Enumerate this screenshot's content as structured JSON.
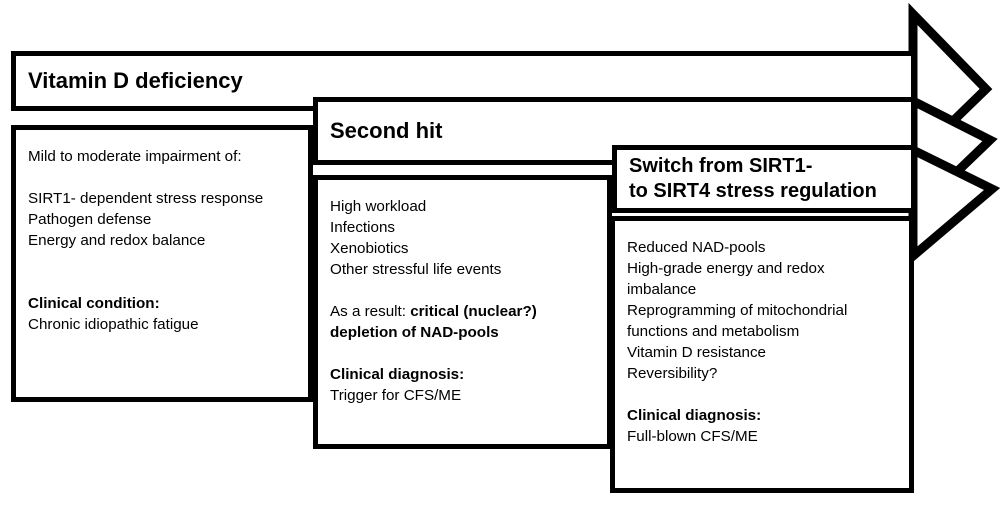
{
  "diagram": {
    "title": "Vitamin D deficiency / CFS-ME three-stage progression",
    "accent_color": "#000000",
    "background_color": "#ffffff",
    "stages": [
      {
        "id": "stage-1",
        "header": "Vitamin D deficiency",
        "arrow_label": "stage-1-arrow",
        "lines": [
          {
            "text": "Mild to moderate impairment of:",
            "bold": false
          },
          {
            "text": "",
            "bold": false
          },
          {
            "text": "SIRT1- dependent stress response",
            "bold": false
          },
          {
            "text": "Pathogen defense",
            "bold": false
          },
          {
            "text": "Energy and redox balance",
            "bold": false
          },
          {
            "text": "",
            "bold": false
          },
          {
            "text": "",
            "bold": false
          },
          {
            "text": "Clinical condition:",
            "bold": true
          },
          {
            "text": "Chronic idiopathic fatigue",
            "bold": false
          }
        ]
      },
      {
        "id": "stage-2",
        "header": "Second hit",
        "arrow_label": "stage-2-arrow",
        "lines": [
          {
            "text": "High workload",
            "bold": false
          },
          {
            "text": "Infections",
            "bold": false
          },
          {
            "text": "Xenobiotics",
            "bold": false
          },
          {
            "text": "Other stressful life events",
            "bold": false
          },
          {
            "text": "",
            "bold": false
          },
          {
            "html": "As a result: <span class=\"b\">critical (nuclear?)</span>",
            "bold": false
          },
          {
            "text": "depletion of NAD-pools",
            "bold": true
          },
          {
            "text": "",
            "bold": false
          },
          {
            "text": "Clinical diagnosis:",
            "bold": true
          },
          {
            "text": "Trigger for CFS/ME",
            "bold": false
          }
        ]
      },
      {
        "id": "stage-3",
        "header": "Switch from SIRT1-\n to SIRT4 stress regulation",
        "arrow_label": "stage-3-arrow",
        "lines": [
          {
            "text": "Reduced NAD-pools",
            "bold": false
          },
          {
            "text": "High-grade energy and redox",
            "bold": false
          },
          {
            "text": "imbalance",
            "bold": false
          },
          {
            "text": "Reprogramming of mitochondrial",
            "bold": false
          },
          {
            "text": "functions and metabolism",
            "bold": false
          },
          {
            "text": "Vitamin D resistance",
            "bold": false
          },
          {
            "text": "Reversibility?",
            "bold": false
          },
          {
            "text": "",
            "bold": false
          },
          {
            "text": "Clinical diagnosis:",
            "bold": true
          },
          {
            "text": "Full-blown CFS/ME",
            "bold": false
          }
        ]
      }
    ]
  }
}
